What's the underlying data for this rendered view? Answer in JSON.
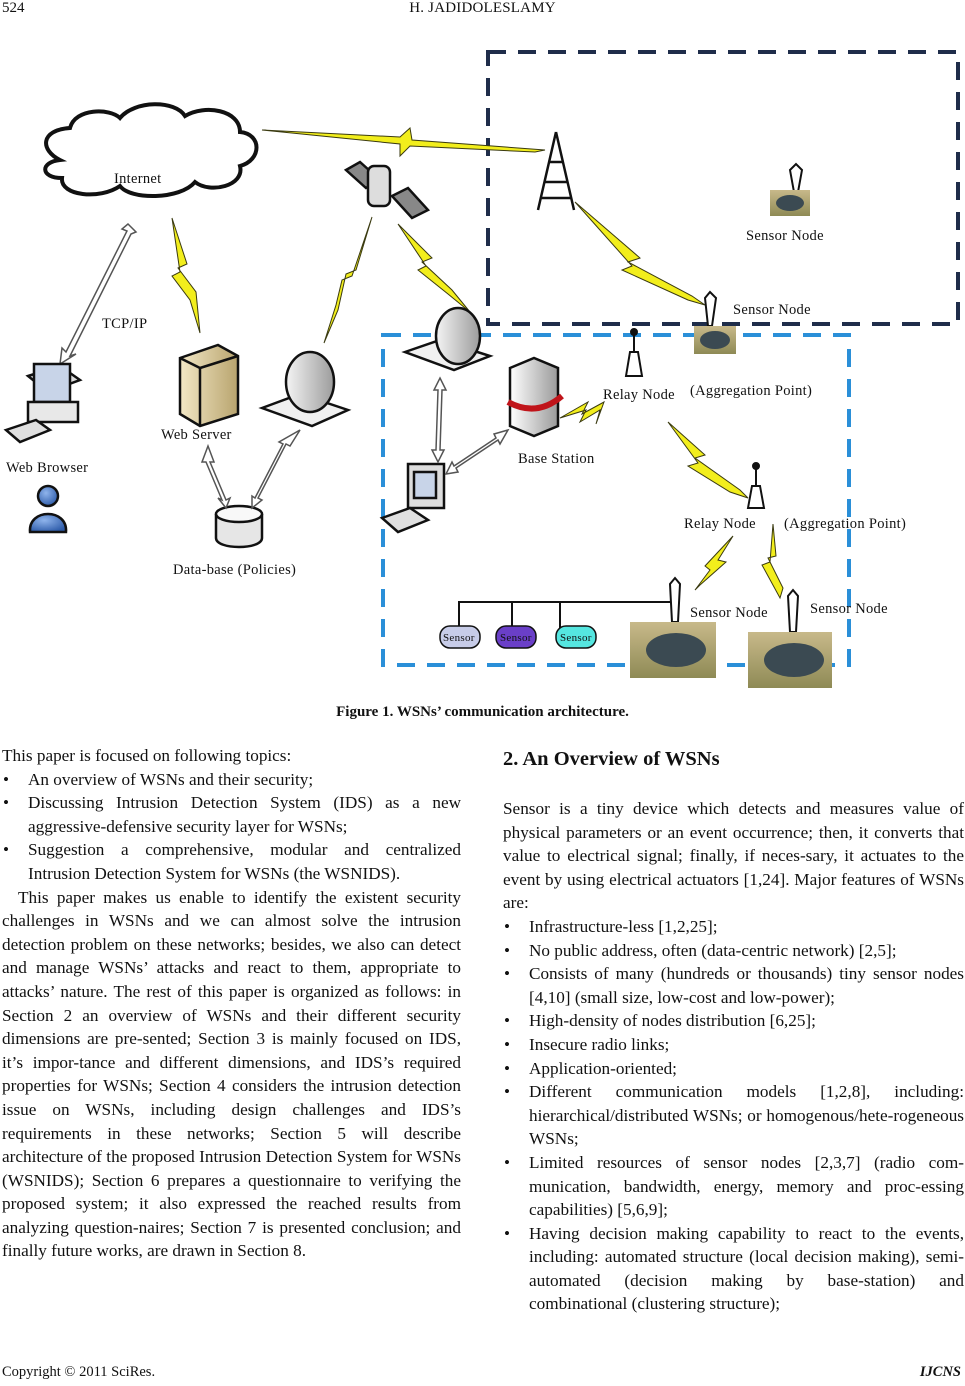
{
  "header": {
    "page_number": "524",
    "author": "H. JADIDOLESLAMY"
  },
  "figure": {
    "labels": {
      "internet": "Internet",
      "tcp_ip": "TCP/IP",
      "web_server": "Web Server",
      "web_browser": "Web Browser",
      "database": "Data-base (Policies)",
      "base_station": "Base Station",
      "sensor_node_top": "Sensor Node",
      "sensor_node_mid": "Sensor Node",
      "relay_node_1": "Relay Node",
      "aggregation_point_1": "(Aggregation Point)",
      "relay_node_2": "Relay Node",
      "aggregation_point_2": "(Aggregation Point)",
      "sensor_node_bottom_1": "Sensor Node",
      "sensor_node_bottom_2": "Sensor Node",
      "sensor_1": "Sensor",
      "sensor_2": "Sensor",
      "sensor_3": "Sensor"
    },
    "colors": {
      "wireless_link": "#f2ee1c",
      "outer_region_border": "#1f2d4a",
      "inner_region_border": "#2a8fd8",
      "sensor_1_fill": "#c7cce8",
      "sensor_2_fill": "#6a3fc8",
      "sensor_3_fill": "#55e6e0",
      "user_icon": "#3d6fbf"
    },
    "caption": "Figure 1. WSNs’ communication architecture."
  },
  "left_column": {
    "intro": "This paper is focused on following topics:",
    "topics": [
      "An overview of WSNs and their security;",
      "Discussing Intrusion Detection System (IDS) as a new aggressive-defensive security layer for WSNs;",
      "Suggestion a comprehensive, modular and centralized Intrusion Detection System for WSNs (the WSNIDS)."
    ],
    "paragraph": "This paper makes us enable to identify the existent security challenges in WSNs and we can almost solve the intrusion detection problem on these networks; besides, we also can detect and manage WSNs’ attacks and react to them, appropriate to attacks’ nature. The rest of this paper is organized as follows: in Section 2 an overview of WSNs and their different security dimensions are pre-sented; Section 3 is mainly focused on IDS, it’s impor-tance and different dimensions, and IDS’s required properties for WSNs; Section 4 considers the intrusion detection issue on WSNs, including design challenges and IDS’s requirements in these networks; Section 5 will describe architecture of the proposed Intrusion Detection System for WSNs (WSNIDS); Section 6 prepares a questionnaire to verifying the proposed system; it also expressed the reached results from analyzing question-naires; Section 7 is presented conclusion; and finally future works, are drawn in Section 8."
  },
  "right_column": {
    "section_title": "2. An Overview of WSNs",
    "paragraph": "Sensor is a tiny device which detects and measures value of physical parameters or an event occurrence; then, it converts that value to electrical signal; finally, if neces-sary, it actuates to the event by using electrical actuators [1,24]. Major features of WSNs are:",
    "features": [
      "Infrastructure-less [1,2,25];",
      "No public address, often (data-centric network) [2,5];",
      "Consists of many (hundreds or thousands) tiny sensor nodes [4,10] (small size, low-cost and low-power);",
      "High-density of nodes distribution [6,25];",
      "Insecure radio links;",
      "Application-oriented;",
      "Different communication models [1,2,8], including: hierarchical/distributed WSNs; or homogenous/hete-rogeneous WSNs;",
      "Limited resources of sensor nodes [2,3,7] (radio com-munication, bandwidth, energy, memory and proc-essing capabilities) [5,6,9];",
      "Having decision making capability to react to the events, including: automated structure (local decision making), semi-automated (decision making by base-station) and combinational (clustering structure);"
    ]
  },
  "footer": {
    "copyright": "Copyright © 2011 SciRes.",
    "journal": "IJCNS"
  }
}
